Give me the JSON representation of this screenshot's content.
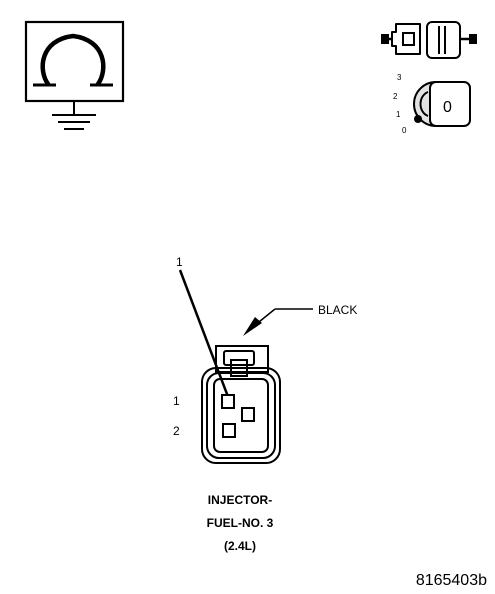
{
  "connector_label": {
    "color": "BLACK",
    "name_line1": "INJECTOR-",
    "name_line2": "FUEL-NO. 3",
    "name_line3": "(2.4L)"
  },
  "callout": "1",
  "pin_labels": [
    "1",
    "2"
  ],
  "ignition_positions": [
    "3",
    "2",
    "1",
    "0"
  ],
  "key_label": "0",
  "figure_id": "8165403b",
  "icons": {
    "ohmmeter": "ohmmeter-ground-icon",
    "connector": "disconnected-connector-icon",
    "ignition": "ignition-key-off-icon"
  }
}
